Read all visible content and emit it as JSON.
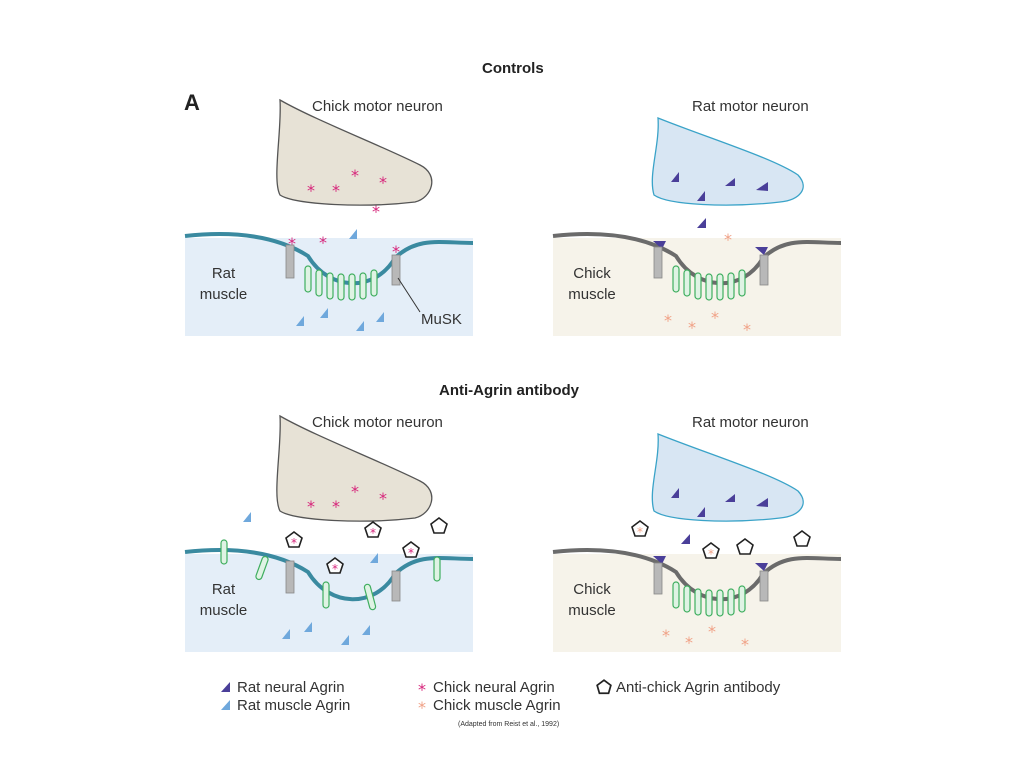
{
  "headings": {
    "controls": "Controls",
    "antibody": "Anti-Agrin antibody"
  },
  "panel_letter": "A",
  "labels": {
    "chick_motor_neuron": "Chick motor neuron",
    "rat_motor_neuron": "Rat motor neuron",
    "rat_muscle_line1": "Rat",
    "rat_muscle_line2": "muscle",
    "chick_muscle_line1": "Chick",
    "chick_muscle_line2": "muscle",
    "musk": "MuSK"
  },
  "legend": {
    "rat_neural_agrin": "Rat neural Agrin",
    "rat_muscle_agrin": "Rat muscle Agrin",
    "chick_neural_agrin": "Chick neural Agrin",
    "chick_muscle_agrin": "Chick muscle Agrin",
    "antibody": "Anti-chick Agrin antibody"
  },
  "citation": "(Adapted from Reist et al., 1992)",
  "colors": {
    "rat_neural_agrin": "#4a3f99",
    "rat_muscle_agrin": "#6fa8dc",
    "chick_neural_agrin": "#d6247a",
    "chick_muscle_agrin": "#f0a085",
    "receptor": "#3fae5f",
    "musk": "#b8b8b8",
    "rat_membrane": "#3a8aa0",
    "chick_membrane": "#6b6b6b",
    "rat_neuron_fill": "#d8e6f3",
    "rat_neuron_stroke": "#3aa3c8",
    "chick_neuron_fill": "#e7e2d6",
    "chick_neuron_stroke": "#555555",
    "rat_muscle_fill": "#e4eef8",
    "chick_muscle_fill": "#f6f3ea"
  }
}
